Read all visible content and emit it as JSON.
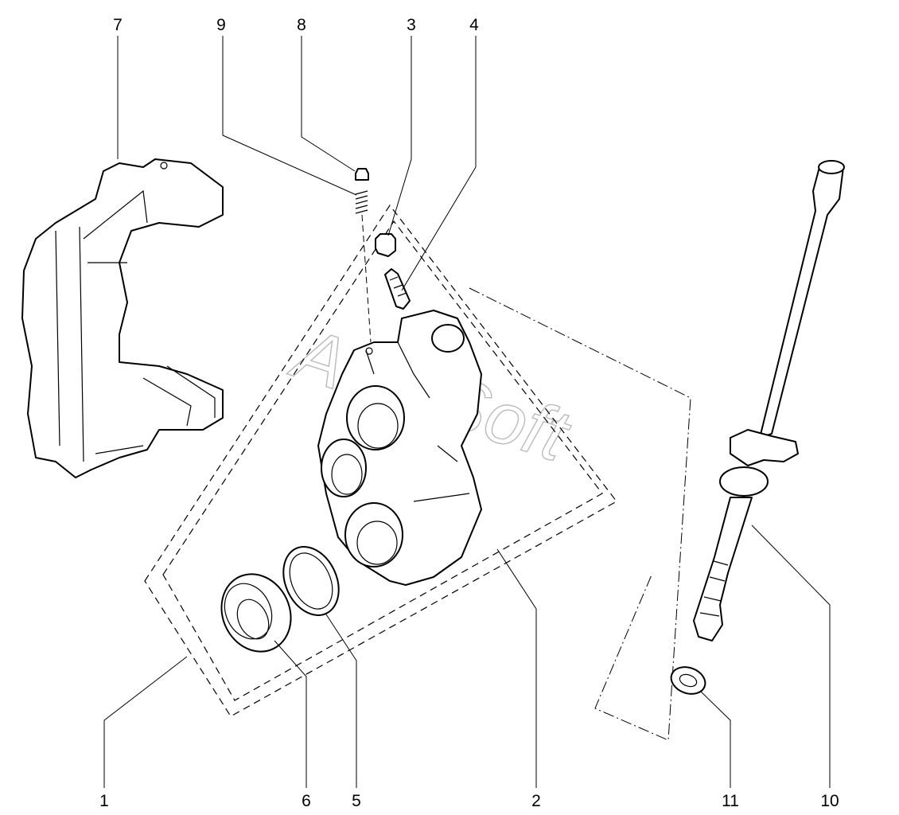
{
  "diagram": {
    "watermark": "AutoSoft",
    "callouts": {
      "c7": "7",
      "c9": "9",
      "c8": "8",
      "c3": "3",
      "c4": "4",
      "c1": "1",
      "c6": "6",
      "c5": "5",
      "c2": "2",
      "c11": "11",
      "c10": "10"
    }
  }
}
